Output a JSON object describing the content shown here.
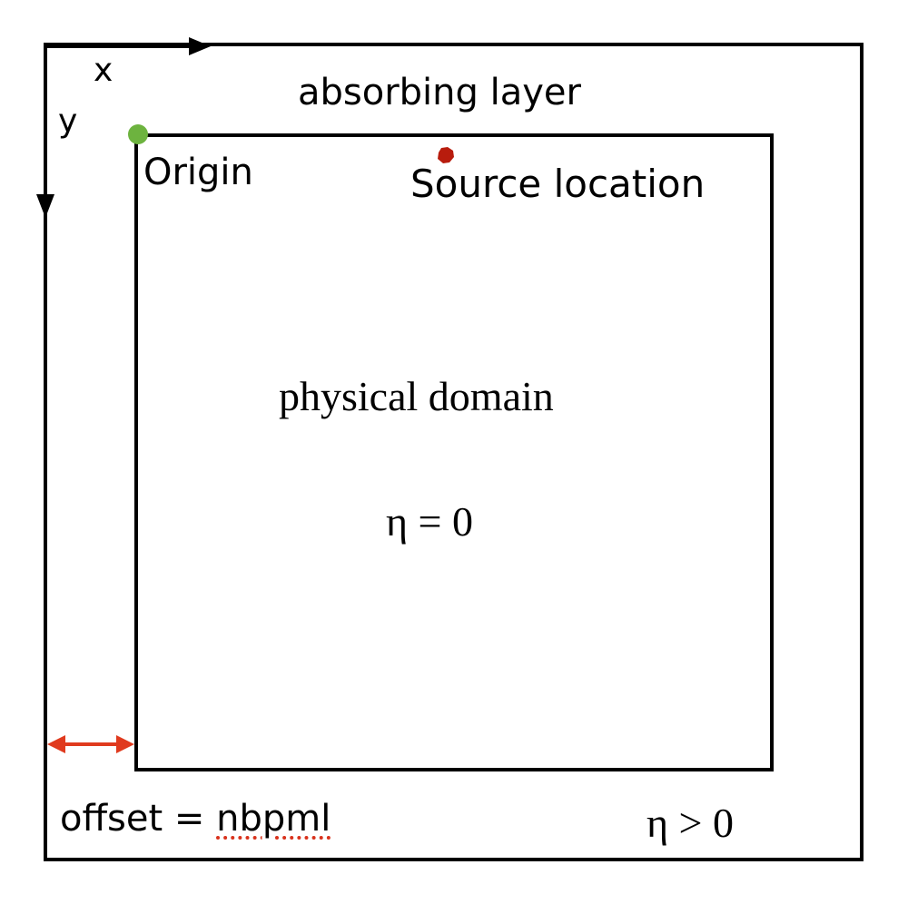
{
  "labels": {
    "axis_x": "x",
    "axis_y": "y",
    "absorbing_layer": "absorbing layer",
    "origin": "Origin",
    "source_location": "Source location",
    "physical_domain": "physical domain",
    "eta_inner": "η = 0",
    "offset_prefix": "offset = ",
    "offset_value": "nbpml",
    "eta_outer": "η > 0"
  },
  "colors": {
    "outline": "#000000",
    "origin_marker": "#6db33f",
    "source_marker": "#b81c0d",
    "offset_arrow": "#e03a1e"
  }
}
